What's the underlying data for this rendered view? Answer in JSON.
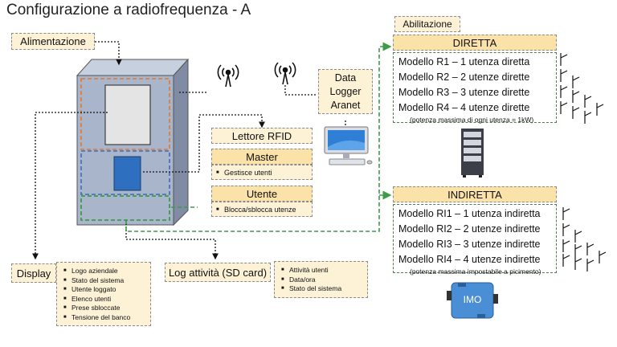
{
  "title": "Configurazione a radiofrequenza - A",
  "alimentazione": "Alimentazione",
  "abilitazione": "Abilitazione",
  "diretta": {
    "header": "DIRETTA",
    "models": [
      "Modello R1 – 1 utenza diretta",
      "Modello R2 – 2 utenze dirette",
      "Modello R3 – 3 utenze dirette",
      "Modello R4 – 4 utenze dirette"
    ],
    "note": "(potenza massima di ogni utenza = 1kW)"
  },
  "indiretta": {
    "header": "INDIRETTA",
    "models": [
      "Modello RI1 – 1 utenza indiretta",
      "Modello RI2 – 2 utenze indirette",
      "Modello RI3 – 3 utenze indirette",
      "Modello RI4 – 4 utenze indirette"
    ],
    "note": "(potenza massima impostabile a picimento)"
  },
  "data_logger": "Data Logger Aranet",
  "lettore_rfid": "Lettore RFID",
  "master": {
    "title": "Master",
    "items": [
      "Gestisce utenti"
    ]
  },
  "utente": {
    "title": "Utente",
    "items": [
      "Blocca/sblocca utenze"
    ]
  },
  "display": {
    "title": "Display",
    "items": [
      "Logo aziendale",
      "Stato del sistema",
      "Utente loggato",
      "Elenco utenti",
      "Prese sbloccate",
      "Tensione del banco"
    ]
  },
  "log": {
    "title": "Log attività (SD card)",
    "items": [
      "Attività utenti",
      "Data/ora",
      "Stato del sistema"
    ]
  },
  "imo_label": "IMO",
  "icons": [
    "antenna-icon",
    "computer-icon",
    "server-icon",
    "switch-icon"
  ],
  "colors": {
    "box_fill": "#fdf2d6",
    "header_fill": "#fbe2a8",
    "green_line": "#3f9a4a",
    "orange_dash": "#e07a2f",
    "blue_dash": "#3a6fb8",
    "cabinet": "#a9b5cb",
    "imo": "#4a8fd6"
  }
}
